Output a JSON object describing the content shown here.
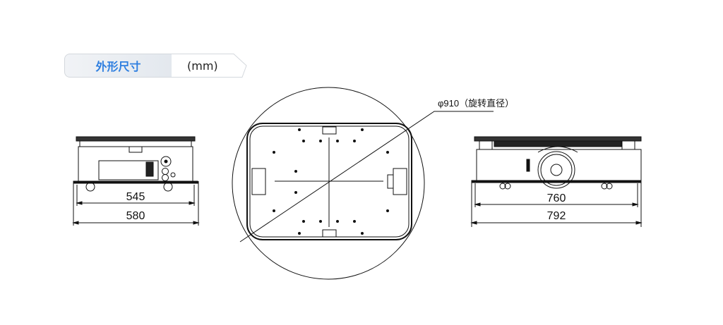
{
  "header": {
    "title": "外形尺寸",
    "unit": "(mm)"
  },
  "dimensions": {
    "side_inner": "545",
    "side_outer": "580",
    "front_inner": "760",
    "front_outer": "792",
    "rotation_diameter": "φ910（旋转直径）"
  }
}
